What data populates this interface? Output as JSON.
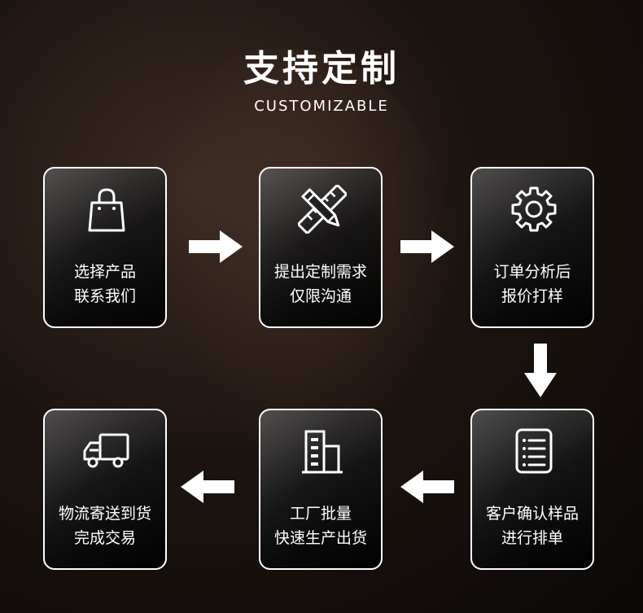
{
  "header": {
    "title": "支持定制",
    "subtitle": "CUSTOMIZABLE"
  },
  "steps": [
    {
      "line1": "选择产品",
      "line2": "联系我们",
      "icon": "shopping-bag-icon"
    },
    {
      "line1": "提出定制需求",
      "line2": "仅限沟通",
      "icon": "pencil-ruler-icon"
    },
    {
      "line1": "订单分析后",
      "line2": "报价打样",
      "icon": "gear-icon"
    },
    {
      "line1": "客户确认样品",
      "line2": "进行排单",
      "icon": "document-list-icon"
    },
    {
      "line1": "工厂批量",
      "line2": "快速生产出货",
      "icon": "factory-building-icon"
    },
    {
      "line1": "物流寄送到货",
      "line2": "完成交易",
      "icon": "delivery-truck-icon"
    }
  ],
  "colors": {
    "card_border": "#ffffff",
    "arrow": "#ffffff",
    "text": "#ffffff"
  }
}
